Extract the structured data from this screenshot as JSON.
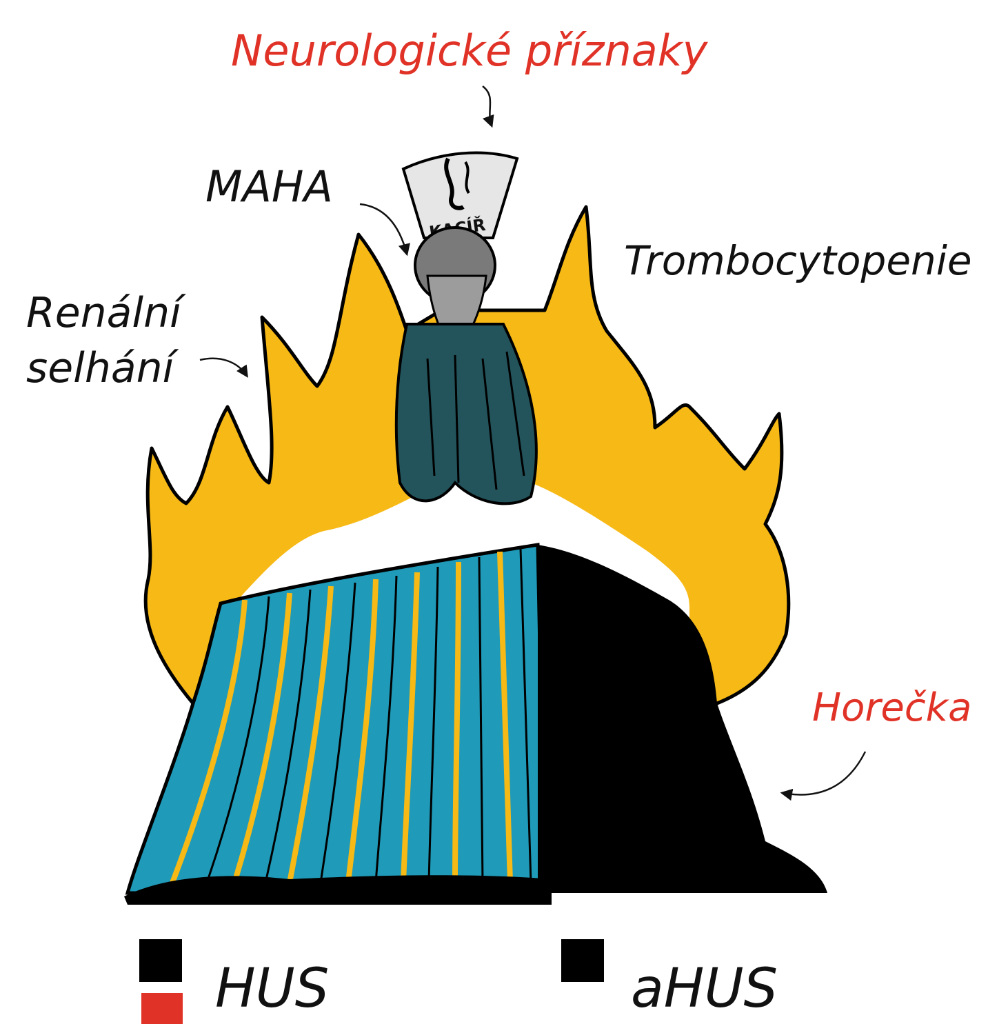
{
  "labels": {
    "top": "Neurologické příznaky",
    "maha": "MAHA",
    "thrombo": "Trombocytopenie",
    "renal_line1": "Renální",
    "renal_line2": "selhání",
    "fever": "Horečka"
  },
  "hat_text": "KACÍŘ",
  "legend": {
    "hus": "HUS",
    "ahus": "aHUS"
  },
  "colors": {
    "red_text": "#e03226",
    "flame": "#f7b916",
    "wood": "#1f9ab8",
    "robe": "#23545c",
    "black": "#000000"
  }
}
